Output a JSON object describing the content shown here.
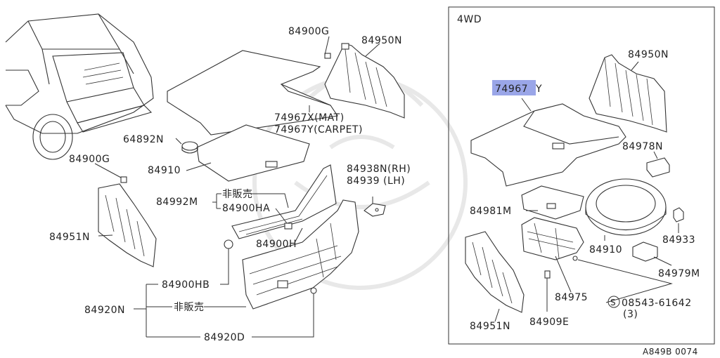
{
  "diagram": {
    "panel_4wd_title": "4WD",
    "ref_code": "A849B 0074",
    "highlight_color": "#9aa6e8",
    "labels": {
      "p84900G_top": "84900G",
      "p84950N_left": "84950N",
      "p74967X": "74967X(MAT)",
      "p74967Y": "74967Y(CARPET)",
      "p64892N": "64892N",
      "p84910_left": "84910",
      "p84900G_left": "84900G",
      "p84938N": "84938N(RH)",
      "p84939": "84939 (LH)",
      "p84992M": "84992M",
      "p_not_for_sale_1": "非販売",
      "p84900HA": "84900HA",
      "p84951N_left": "84951N",
      "p84900H": "84900H",
      "p84900HB": "84900HB",
      "p84920N": "84920N",
      "p_not_for_sale_2": "非販売",
      "p84920D": "84920D",
      "p74967Y_4wd_hl": "74967",
      "p74967Y_4wd_rest": "Y",
      "p84950N_right": "84950N",
      "p84978N": "84978N",
      "p84981M": "84981M",
      "p84910_right": "84910",
      "p84933": "84933",
      "p84979M": "84979M",
      "p84975": "84975",
      "p_screw_symbol": "S",
      "p08543": "08543-61642",
      "p08543_qty": "(3)",
      "p84951N_right": "84951N",
      "p84909E": "84909E"
    }
  }
}
